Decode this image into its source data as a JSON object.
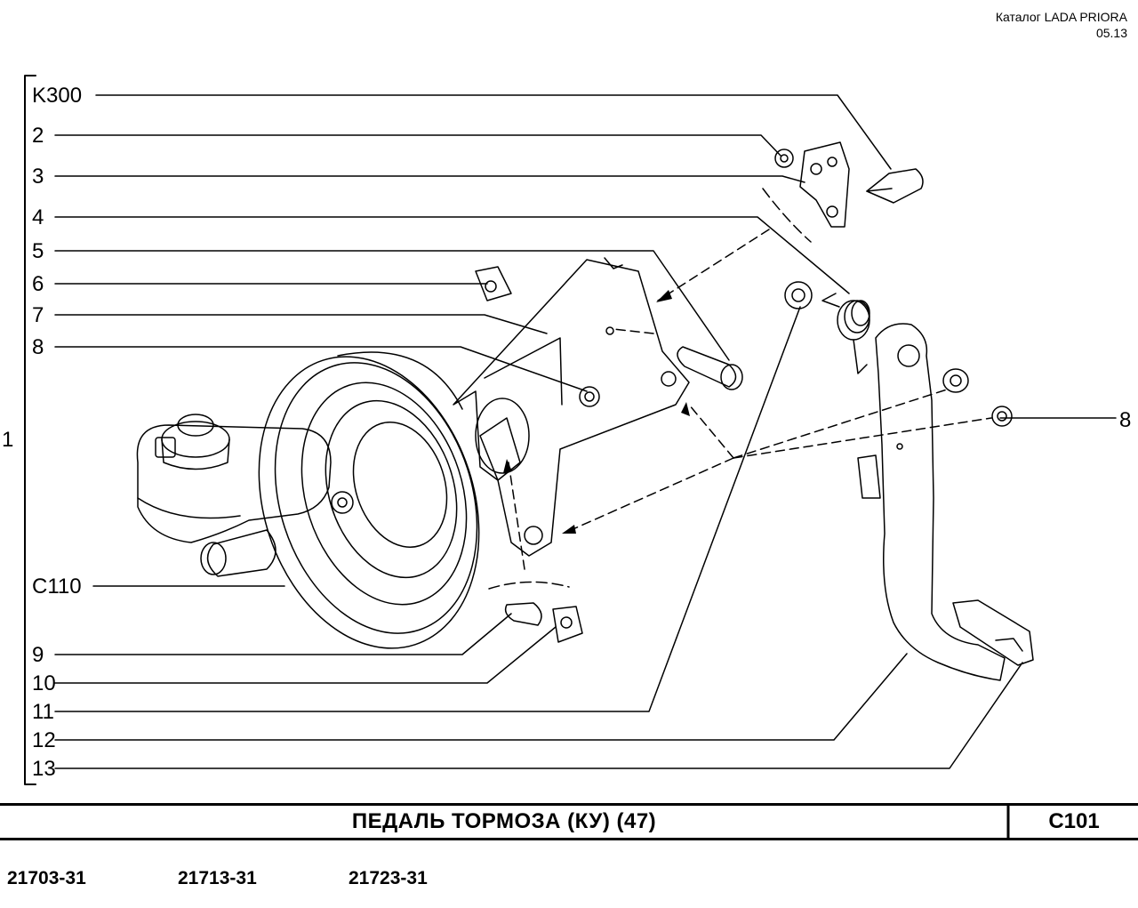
{
  "header": {
    "catalog": "Каталог  LADA  PRIORA",
    "date": "05.13"
  },
  "assembly_label": "1",
  "callouts": [
    {
      "id": "k300",
      "text": "K300"
    },
    {
      "id": "2",
      "text": "2"
    },
    {
      "id": "3",
      "text": "3"
    },
    {
      "id": "4",
      "text": "4"
    },
    {
      "id": "5",
      "text": "5"
    },
    {
      "id": "6",
      "text": "6"
    },
    {
      "id": "7",
      "text": "7"
    },
    {
      "id": "8",
      "text": "8"
    },
    {
      "id": "c110",
      "text": "C110"
    },
    {
      "id": "9",
      "text": "9"
    },
    {
      "id": "10",
      "text": "10"
    },
    {
      "id": "11",
      "text": "11"
    },
    {
      "id": "12",
      "text": "12"
    },
    {
      "id": "13",
      "text": "13"
    }
  ],
  "right_callout": "8",
  "title": "ПЕДАЛЬ  ТОРМОЗА  (КУ)  (47)",
  "page_code": "C101",
  "models": [
    "21703-31",
    "21713-31",
    "21723-31"
  ]
}
